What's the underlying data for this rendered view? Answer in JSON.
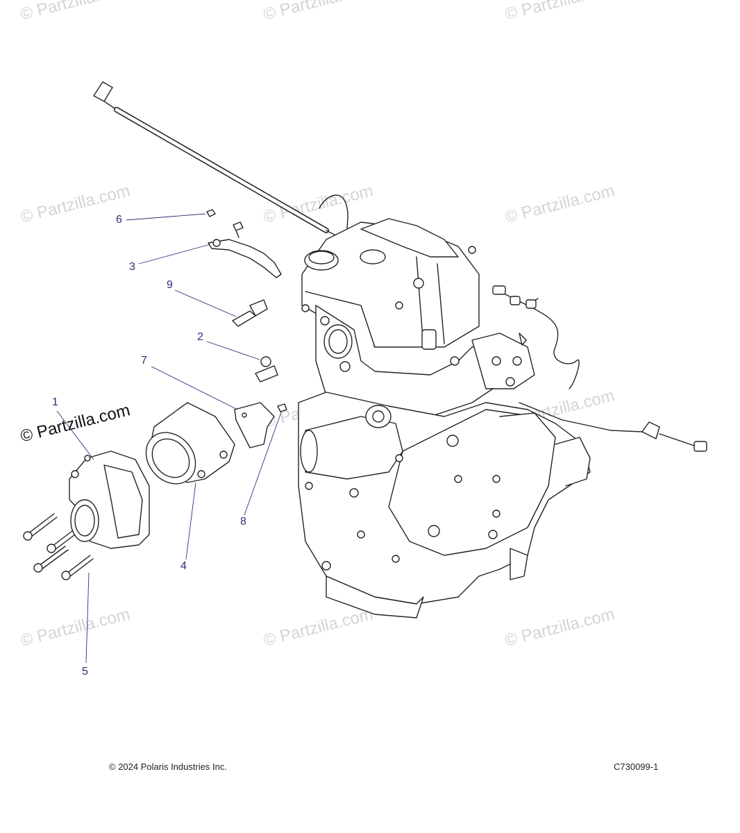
{
  "watermark_text": "© Partzilla.com",
  "watermark_bold_text": "© Partzilla.com",
  "callouts": {
    "c1": "1",
    "c2": "2",
    "c3": "3",
    "c4": "4",
    "c5": "5",
    "c6": "6",
    "c7": "7",
    "c8": "8",
    "c9": "9"
  },
  "footer": {
    "copyright": "© 2024 Polaris Industries Inc.",
    "code": "C730099-1"
  },
  "colors": {
    "callout": "#2d2d7a",
    "leader": "#2d2d7a",
    "line_art": "#222222",
    "watermark": "#d4d4d4"
  }
}
